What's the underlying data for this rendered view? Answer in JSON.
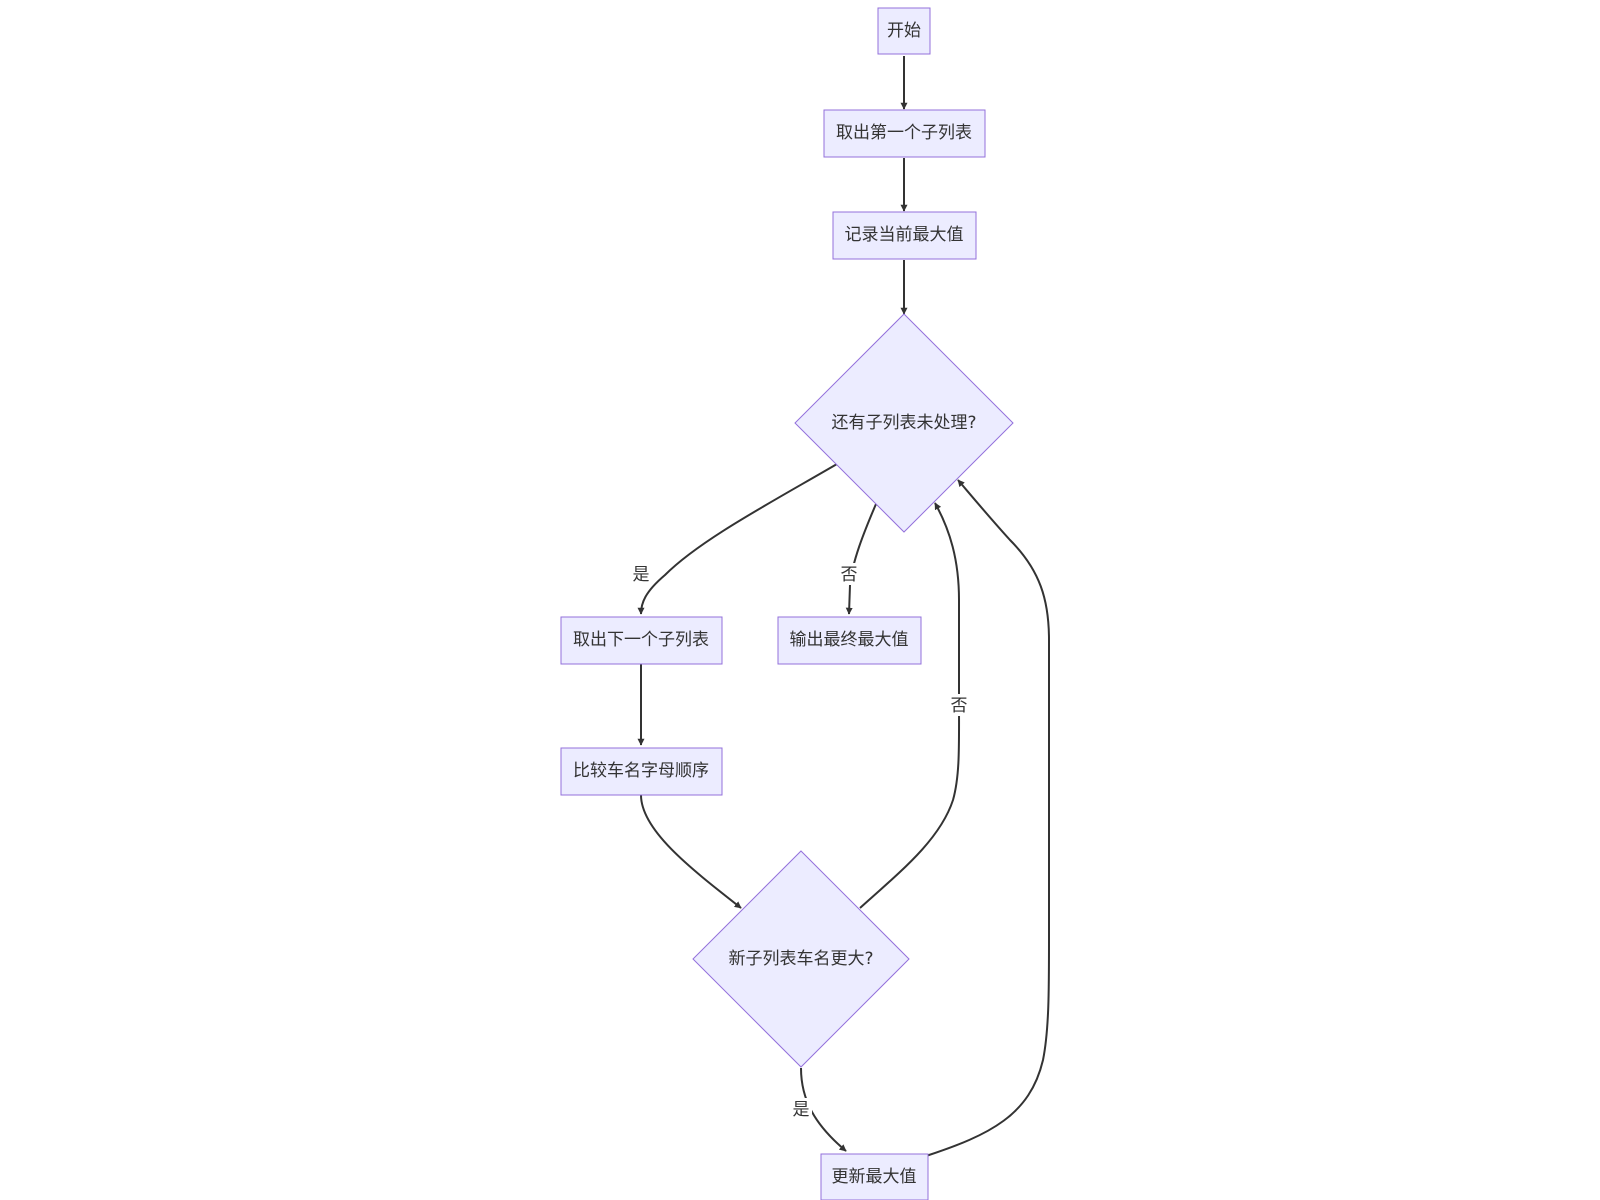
{
  "colors": {
    "node_fill": "#ECECFF",
    "node_stroke": "#9370DB",
    "edge": "#333333",
    "text": "#333333",
    "background": "#FFFFFF"
  },
  "nodes": {
    "start": "开始",
    "take_first": "取出第一个子列表",
    "record_max": "记录当前最大值",
    "more_sublists": "还有子列表未处理?",
    "take_next": "取出下一个子列表",
    "output_max": "输出最终最大值",
    "compare_names": "比较车名字母顺序",
    "new_larger": "新子列表车名更大?",
    "update_max": "更新最大值"
  },
  "edges": [
    {
      "from": "start",
      "to": "take_first",
      "label": ""
    },
    {
      "from": "take_first",
      "to": "record_max",
      "label": ""
    },
    {
      "from": "record_max",
      "to": "more_sublists",
      "label": ""
    },
    {
      "from": "more_sublists",
      "to": "take_next",
      "label": "是"
    },
    {
      "from": "more_sublists",
      "to": "output_max",
      "label": "否"
    },
    {
      "from": "take_next",
      "to": "compare_names",
      "label": ""
    },
    {
      "from": "compare_names",
      "to": "new_larger",
      "label": ""
    },
    {
      "from": "new_larger",
      "to": "more_sublists",
      "label": "否"
    },
    {
      "from": "new_larger",
      "to": "update_max",
      "label": "是"
    },
    {
      "from": "update_max",
      "to": "more_sublists",
      "label": ""
    }
  ],
  "edge_labels": {
    "more_yes": "是",
    "more_no": "否",
    "larger_no": "否",
    "larger_yes": "是"
  }
}
